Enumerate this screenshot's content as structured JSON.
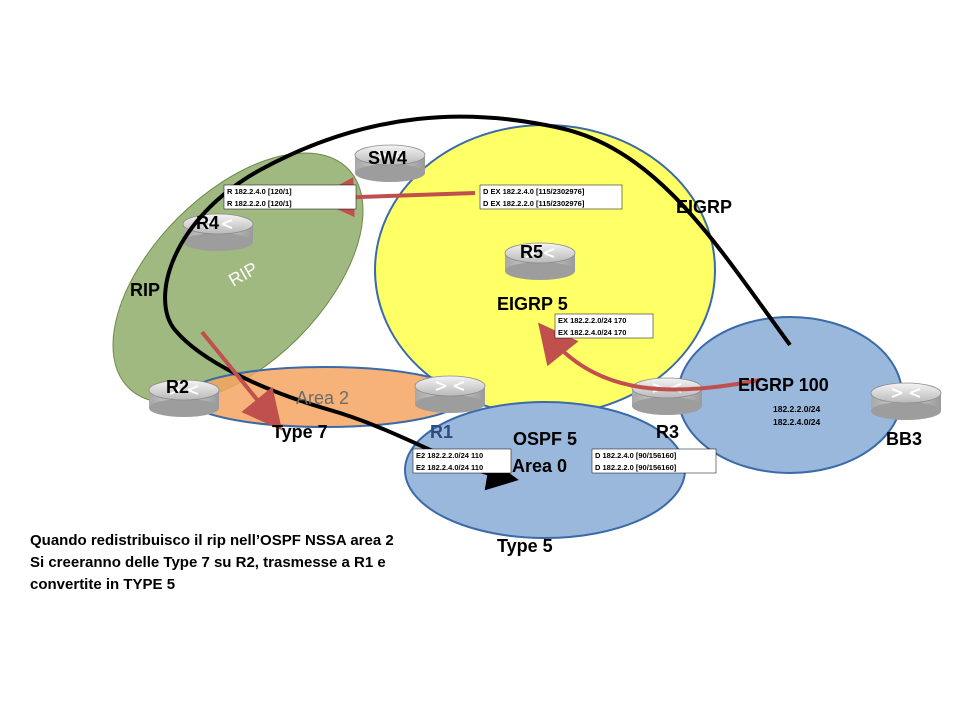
{
  "labels": {
    "sw4": "SW4",
    "r4": "R4",
    "rip_zone": "RIP",
    "rip_left": "RIP",
    "r2": "R2",
    "area2": "Area 2",
    "type7": "Type 7",
    "r1": "R1",
    "r5": "R5",
    "eigrp_zone": "EIGRP",
    "eigrp5": "EIGRP 5",
    "ospf5": "OSPF 5",
    "area0": "Area 0",
    "r3": "R3",
    "eigrp100": "EIGRP 100",
    "bb3": "BB3",
    "type5": "Type 5"
  },
  "routes": {
    "r4_line1": "R      182.2.4.0 [120/1]",
    "r4_line2": "R      182.2.2.0 [120/1]",
    "sw4_line1": "D EX    182.2.4.0 [115/2302976]",
    "sw4_line2": "D EX    182.2.2.0 [115/2302976]",
    "r5_line1": "EX 182.2.2.0/24  170",
    "r5_line2": "EX 182.2.4.0/24  170",
    "r1_line1": "E2 182.2.2.0/24   110",
    "r1_line2": "E2 182.2.4.0/24   110",
    "r3_line1": "D      182.2.4.0 [90/156160]",
    "r3_line2": "D      182.2.2.0 [90/156160]",
    "bb3_line1": "182.2.2.0/24",
    "bb3_line2": "182.2.4.0/24"
  },
  "caption": {
    "line1": "Quando redistribuisco il rip nell’OSPF  NSSA area 2",
    "line2": "Si creeranno delle Type 7 su R2, trasmesse a R1 e",
    "line3": "convertite in TYPE 5"
  },
  "colors": {
    "rip_area": "#8fad6a",
    "eigrp_area": "#ffff66",
    "ospf_area": "#9ab7dc",
    "area2": "#f4a460",
    "arrow_red": "#c0504d",
    "router_body": "#b8b8b8"
  }
}
